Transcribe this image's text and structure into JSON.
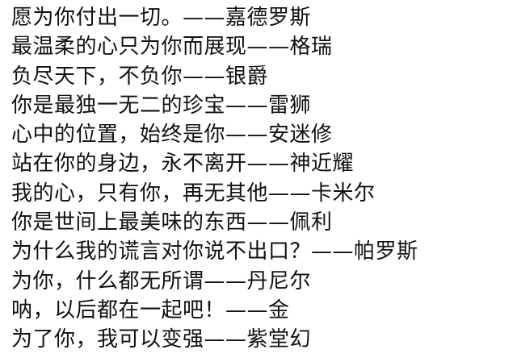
{
  "lines": [
    "愿为你付出一切。——嘉德罗斯",
    "最温柔的心只为你而展现——格瑞",
    "负尽天下，不负你——银爵",
    "你是最独一无二的珍宝——雷狮",
    "心中的位置，始终是你——安迷修",
    "站在你的身边，永不离开——神近耀",
    "我的心，只有你，再无其他——卡米尔",
    "你是世间上最美味的东西——佩利",
    "为什么我的谎言对你说不出口？——帕罗斯",
    "为你，什么都无所谓——丹尼尔",
    "呐，以后都在一起吧！——金",
    "为了你，我可以变强——紫堂幻"
  ],
  "colors": {
    "text": "#111111",
    "background": "#ffffff"
  }
}
